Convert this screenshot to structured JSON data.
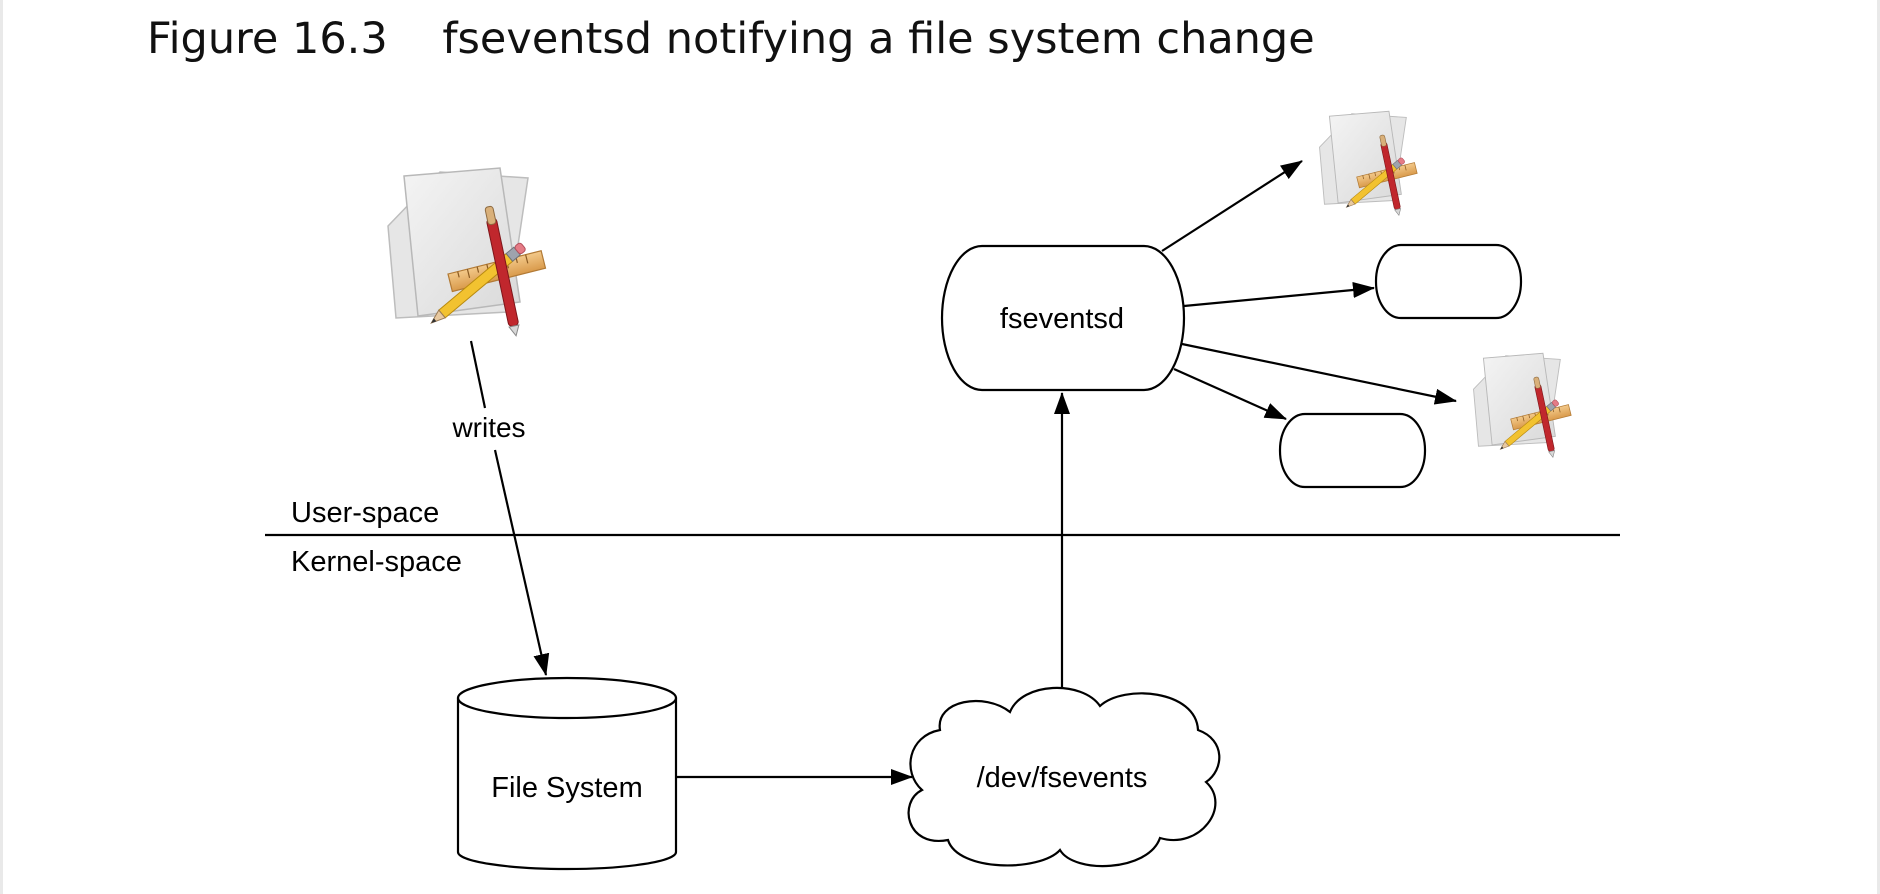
{
  "figure": {
    "caption_number": "Figure 16.3",
    "caption_title": "fseventsd notifying a file system change"
  },
  "labels": {
    "writes": "writes",
    "user_space": "User-space",
    "kernel_space": "Kernel-space",
    "fseventsd": "fseventsd",
    "file_system": "File System",
    "dev_fsevents": "/dev/fsevents"
  },
  "icons": {
    "writer_app": "application-document-icon",
    "client_app": "application-document-icon"
  },
  "colors": {
    "stroke": "#000000",
    "background": "#ffffff"
  }
}
